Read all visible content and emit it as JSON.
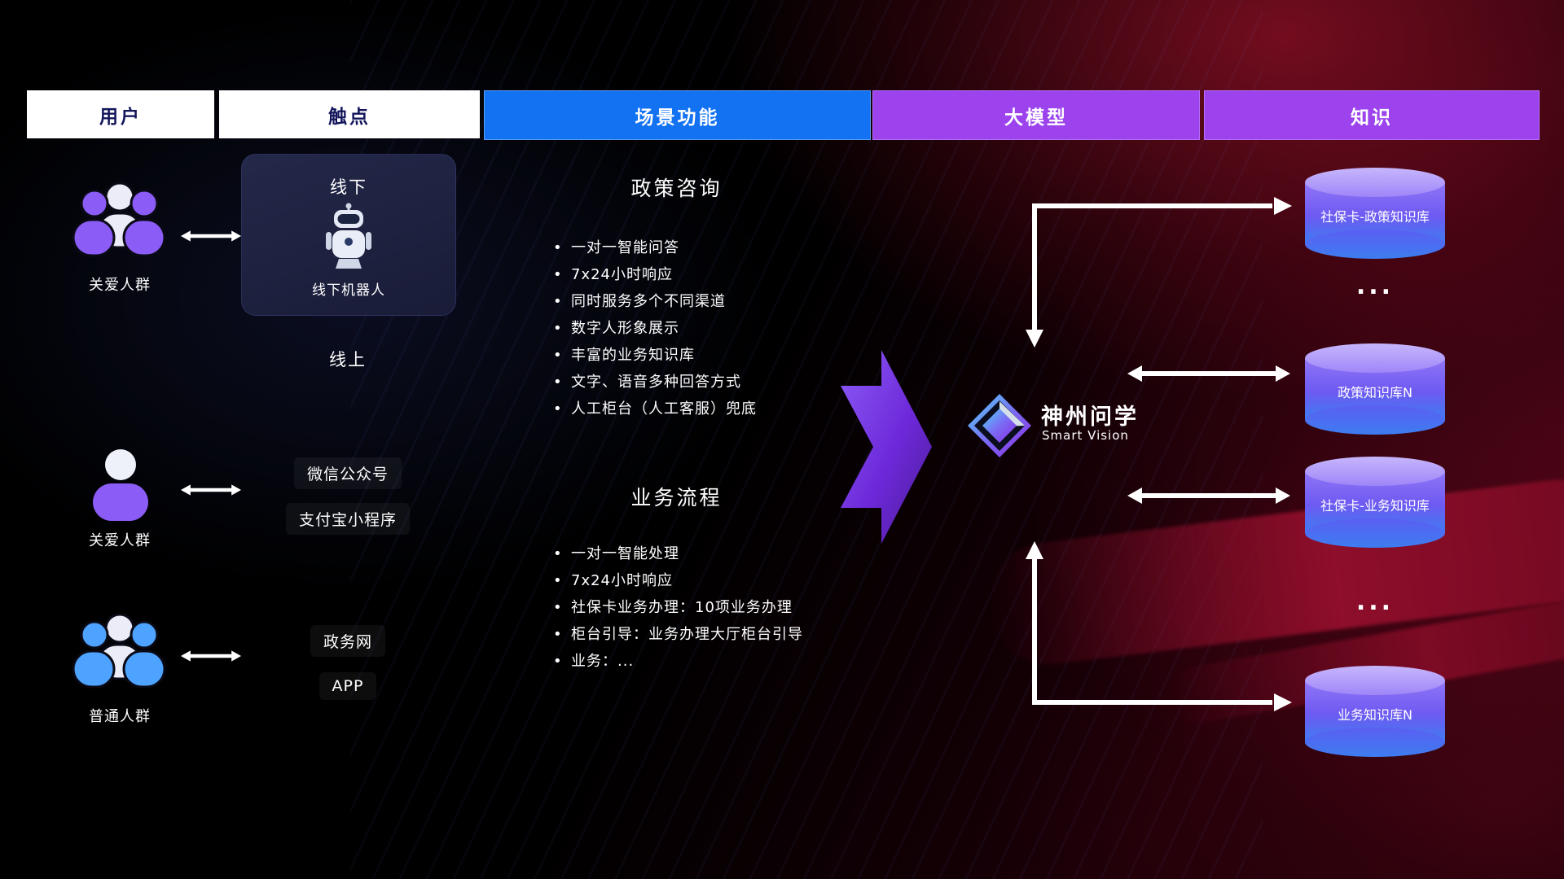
{
  "headers": [
    {
      "label": "用户",
      "bg": "#ffffff",
      "color": "#14165c"
    },
    {
      "label": "触点",
      "bg": "#ffffff",
      "color": "#14165c"
    },
    {
      "label": "场景功能",
      "bg": "#1272f2",
      "color": "#ffffff"
    },
    {
      "label": "大模型",
      "bg": "#9c43ee",
      "color": "#ffffff"
    },
    {
      "label": "知识",
      "bg": "#9c43ee",
      "color": "#ffffff"
    }
  ],
  "users": {
    "groups": [
      {
        "label": "关爱人群",
        "icon": "group-people-purple-icon"
      },
      {
        "label": "关爱人群",
        "icon": "single-person-purple-icon"
      },
      {
        "label": "普通人群",
        "icon": "group-people-blue-icon"
      }
    ]
  },
  "touchpoints": {
    "offline_card": {
      "title": "线下",
      "icon": "robot-icon",
      "caption": "线下机器人"
    },
    "online_label": "线上",
    "channels": [
      "微信公众号",
      "支付宝小程序",
      "政务网",
      "APP"
    ]
  },
  "scenes": {
    "policy": {
      "title": "政策咨询",
      "bullets": [
        "一对一智能问答",
        "7x24小时响应",
        "同时服务多个不同渠道",
        "数字人形象展示",
        "丰富的业务知识库",
        "文字、语音多种回答方式",
        "人工柜台（人工客服）兜底"
      ]
    },
    "business": {
      "title": "业务流程",
      "bullets": [
        "一对一智能处理",
        "7x24小时响应",
        "社保卡业务办理：10项业务办理",
        "柜台引导：业务办理大厅柜台引导",
        "业务：..."
      ]
    }
  },
  "model": {
    "name": "神州问学",
    "subtitle": "Smart Vision"
  },
  "knowledge": {
    "cylinders": [
      "社保卡-政策知识库",
      "政策知识库N",
      "社保卡-业务知识库",
      "业务知识库N"
    ],
    "dots": "..."
  },
  "colors": {
    "scene_header_blue": "#1272f2",
    "model_header_purple": "#9c43ee",
    "cylinder_purple": "#8f72f6",
    "cylinder_blue": "#3e7cf0",
    "arrow_purple": "#6d28d9",
    "connector_white": "#ffffff",
    "background_red": "#9d1030"
  }
}
